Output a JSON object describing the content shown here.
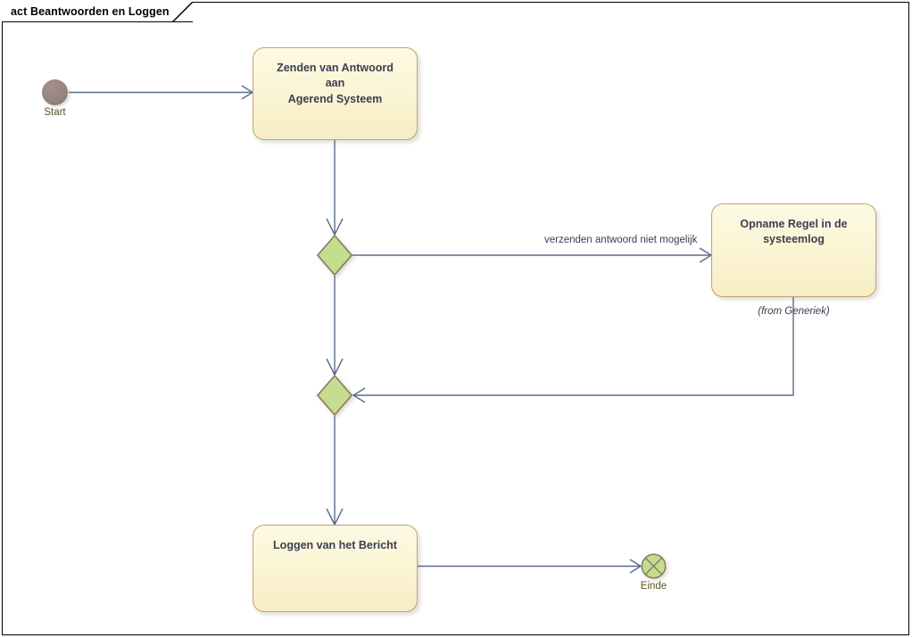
{
  "diagram": {
    "frame_title": "act Beantwoorden en Loggen",
    "type": "uml-activity-diagram"
  },
  "nodes": {
    "start": {
      "label": "Start",
      "kind": "initial-node"
    },
    "send_answer": {
      "label": "Zenden van Antwoord aan\nAgerend Systeem",
      "kind": "action"
    },
    "decision_one": {
      "label": "",
      "kind": "decision"
    },
    "log_rule": {
      "label": "Opname Regel in de\nsysteemlog",
      "note": "(from Generiek)",
      "kind": "action"
    },
    "merge_one": {
      "label": "",
      "kind": "merge"
    },
    "log_message": {
      "label": "Loggen van het Bericht",
      "kind": "action"
    },
    "end": {
      "label": "Einde",
      "kind": "final-node"
    }
  },
  "edges": [
    {
      "id": "start-to-send",
      "label": ""
    },
    {
      "id": "send-to-decision",
      "label": ""
    },
    {
      "id": "decision-to-logrule",
      "label": "verzenden antwoord niet mogelijk"
    },
    {
      "id": "decision-to-merge",
      "label": ""
    },
    {
      "id": "logrule-to-merge",
      "label": ""
    },
    {
      "id": "merge-to-logmessage",
      "label": ""
    },
    {
      "id": "logmessage-to-end",
      "label": ""
    }
  ],
  "colors": {
    "action_fill": "#fbf4d2",
    "action_border": "#c2a173",
    "decision_fill": "#c5dd8e",
    "decision_border": "#8a7a62",
    "initial_fill": "#97837f",
    "final_fill": "#c5dd8e",
    "edge_line": "#5a6b8c",
    "frame_border": "#000000",
    "caption_text": "#5a5426",
    "label_text": "#3d3d52"
  }
}
